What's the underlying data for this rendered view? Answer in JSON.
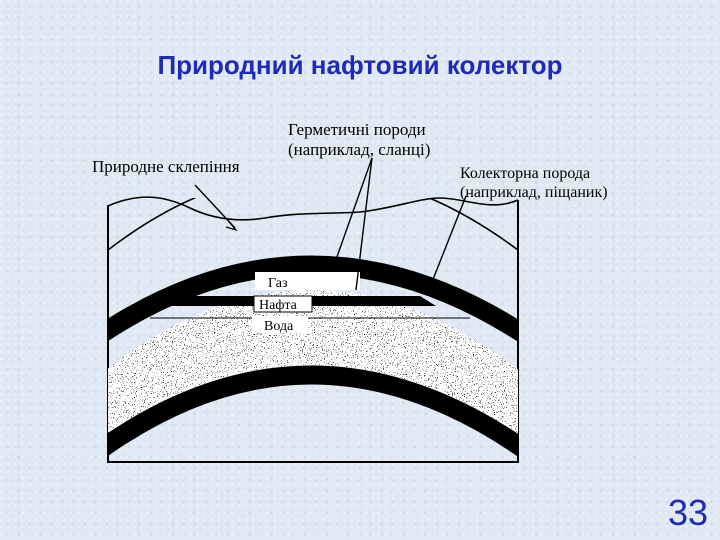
{
  "slide": {
    "title": "Природний нафтовий колектор",
    "page_number": "33"
  },
  "diagram": {
    "labels": {
      "natural_vault": "Природне склепіння",
      "seal_rocks_line1": "Герметичні породи",
      "seal_rocks_line2": "(наприклад, сланці)",
      "reservoir_rock_line1": "Колекторна порода",
      "reservoir_rock_line2": "(наприклад, піщаник)",
      "gas": "Газ",
      "oil": "Нафта",
      "water": "Вода"
    },
    "colors": {
      "title": "#1f2bb5",
      "background": "#dfe8f3",
      "layers": "#000000"
    }
  }
}
